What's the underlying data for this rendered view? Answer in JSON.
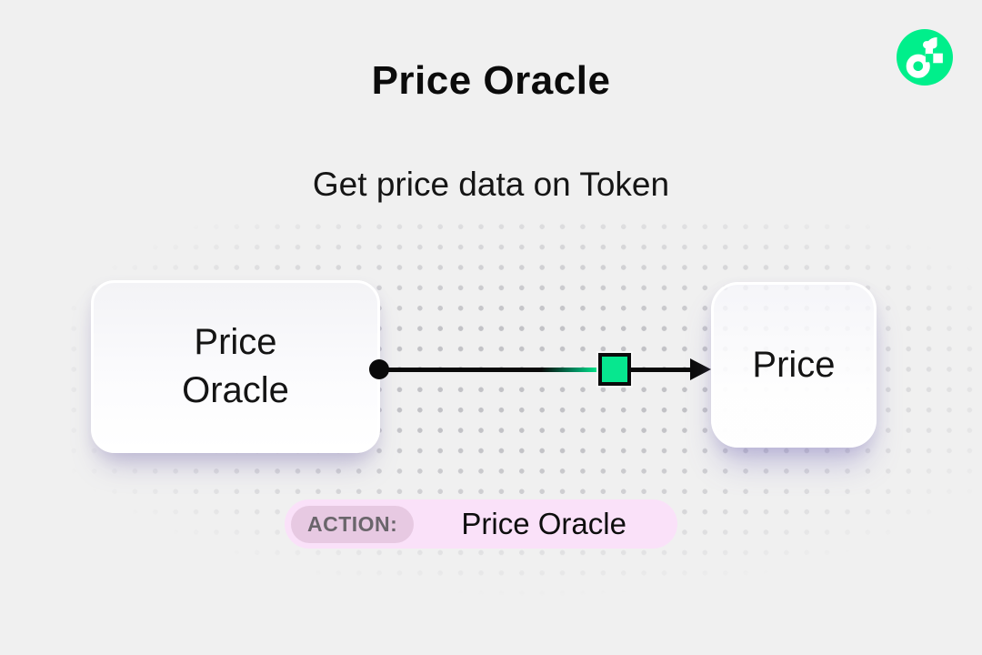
{
  "header": {
    "title": "Price Oracle",
    "subtitle": "Get price data on Token"
  },
  "diagram": {
    "source_node": {
      "label": "Price Oracle"
    },
    "target_node": {
      "label": "Price"
    },
    "connector": {
      "start_marker": "filled-dot",
      "mid_marker": "green-action-square",
      "end_marker": "arrowhead"
    }
  },
  "action_badge": {
    "label": "ACTION:",
    "value": "Price Oracle"
  },
  "icons": {
    "top_right": "flow-logo-icon"
  },
  "colors": {
    "background": "#F0F0F0",
    "flow_green": "#00EF8B",
    "action_square_green": "#07E78F",
    "badge_pink": "#FAE1F9",
    "badge_label_pink": "#E7C9E2",
    "badge_label_text": "#6A656B",
    "dot_grid": "#C2C2C6",
    "line_black": "#0A0A0A"
  }
}
